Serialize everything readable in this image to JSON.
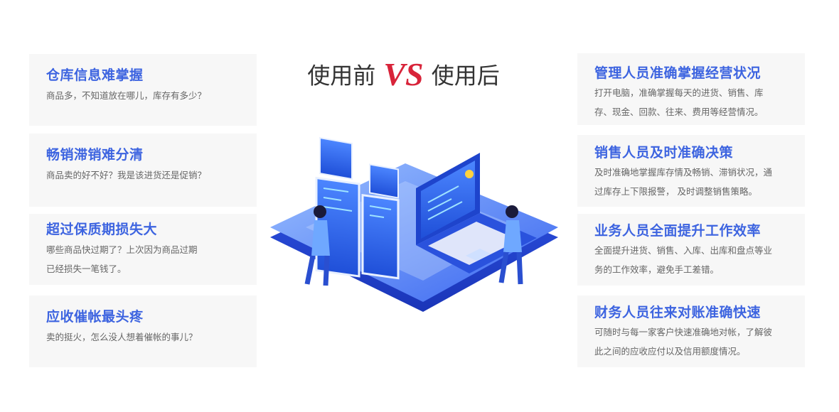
{
  "headline": {
    "before": "使用前",
    "vs": "VS",
    "after": "使用后"
  },
  "left": [
    {
      "title": "仓库信息难掌握",
      "desc": "商品多，不知道放在哪儿，库存有多少？"
    },
    {
      "title": "畅销滞销难分清",
      "desc": "商品卖的好不好？我是该进货还是促销？"
    },
    {
      "title": "超过保质期损失大",
      "desc1": "哪些商品快过期了？上次因为商品过期",
      "desc2": "已经损失一笔钱了。"
    },
    {
      "title": "应收催帐最头疼",
      "desc": "卖的挺火，怎么没人想着催帐的事儿？"
    }
  ],
  "right": [
    {
      "title": "管理人员准确掌握经营状况",
      "desc1": "打开电脑，准确掌握每天的进货、销售、库",
      "desc2": "存、现金、回款、往来、费用等经营情况。"
    },
    {
      "title": "销售人员及时准确决策",
      "desc1": "及时准确地掌握库存情及畅销、滞销状况，通",
      "desc2": "过库存上下限报警， 及时调整销售策略。"
    },
    {
      "title": "业务人员全面提升工作效率",
      "desc1": "全面提升进货、销售、入库、出库和盘点等业",
      "desc2": "务的工作效率，避免手工差错。"
    },
    {
      "title": "财务人员往来对账准确快速",
      "desc1": "可随时与每一家客户快速准确地对帐，了解彼",
      "desc2": "此之间的应收应付以及信用额度情况。"
    }
  ],
  "colors": {
    "title_blue": "#3d64e0",
    "vs_red": "#d8243a",
    "card_bg": "#f7f7f7"
  },
  "icons": [
    "isometric-software-illustration"
  ]
}
